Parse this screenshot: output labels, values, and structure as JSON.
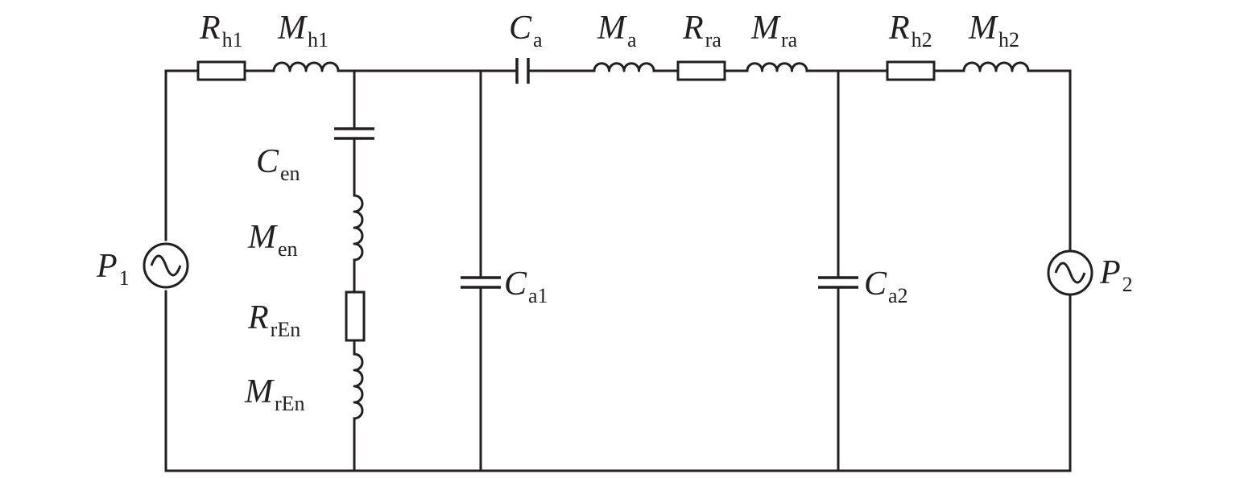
{
  "components": {
    "Rh1": {
      "symbol": "R",
      "subscript": "h1"
    },
    "Mh1": {
      "symbol": "M",
      "subscript": "h1"
    },
    "Ca": {
      "symbol": "C",
      "subscript": "a"
    },
    "Ma": {
      "symbol": "M",
      "subscript": "a"
    },
    "Rra": {
      "symbol": "R",
      "subscript": "ra"
    },
    "Mra": {
      "symbol": "M",
      "subscript": "ra"
    },
    "Rh2": {
      "symbol": "R",
      "subscript": "h2"
    },
    "Mh2": {
      "symbol": "M",
      "subscript": "h2"
    },
    "Cen": {
      "symbol": "C",
      "subscript": "en"
    },
    "Men": {
      "symbol": "M",
      "subscript": "en"
    },
    "RrEn": {
      "symbol": "R",
      "subscript": "rEn"
    },
    "MrEn": {
      "symbol": "M",
      "subscript": "rEn"
    },
    "Ca1": {
      "symbol": "C",
      "subscript": "a1"
    },
    "Ca2": {
      "symbol": "C",
      "subscript": "a2"
    },
    "P1": {
      "symbol": "P",
      "subscript": "1"
    },
    "P2": {
      "symbol": "P",
      "subscript": "2"
    }
  },
  "style": {
    "line_color": "#231f20",
    "background": "#ffffff"
  }
}
